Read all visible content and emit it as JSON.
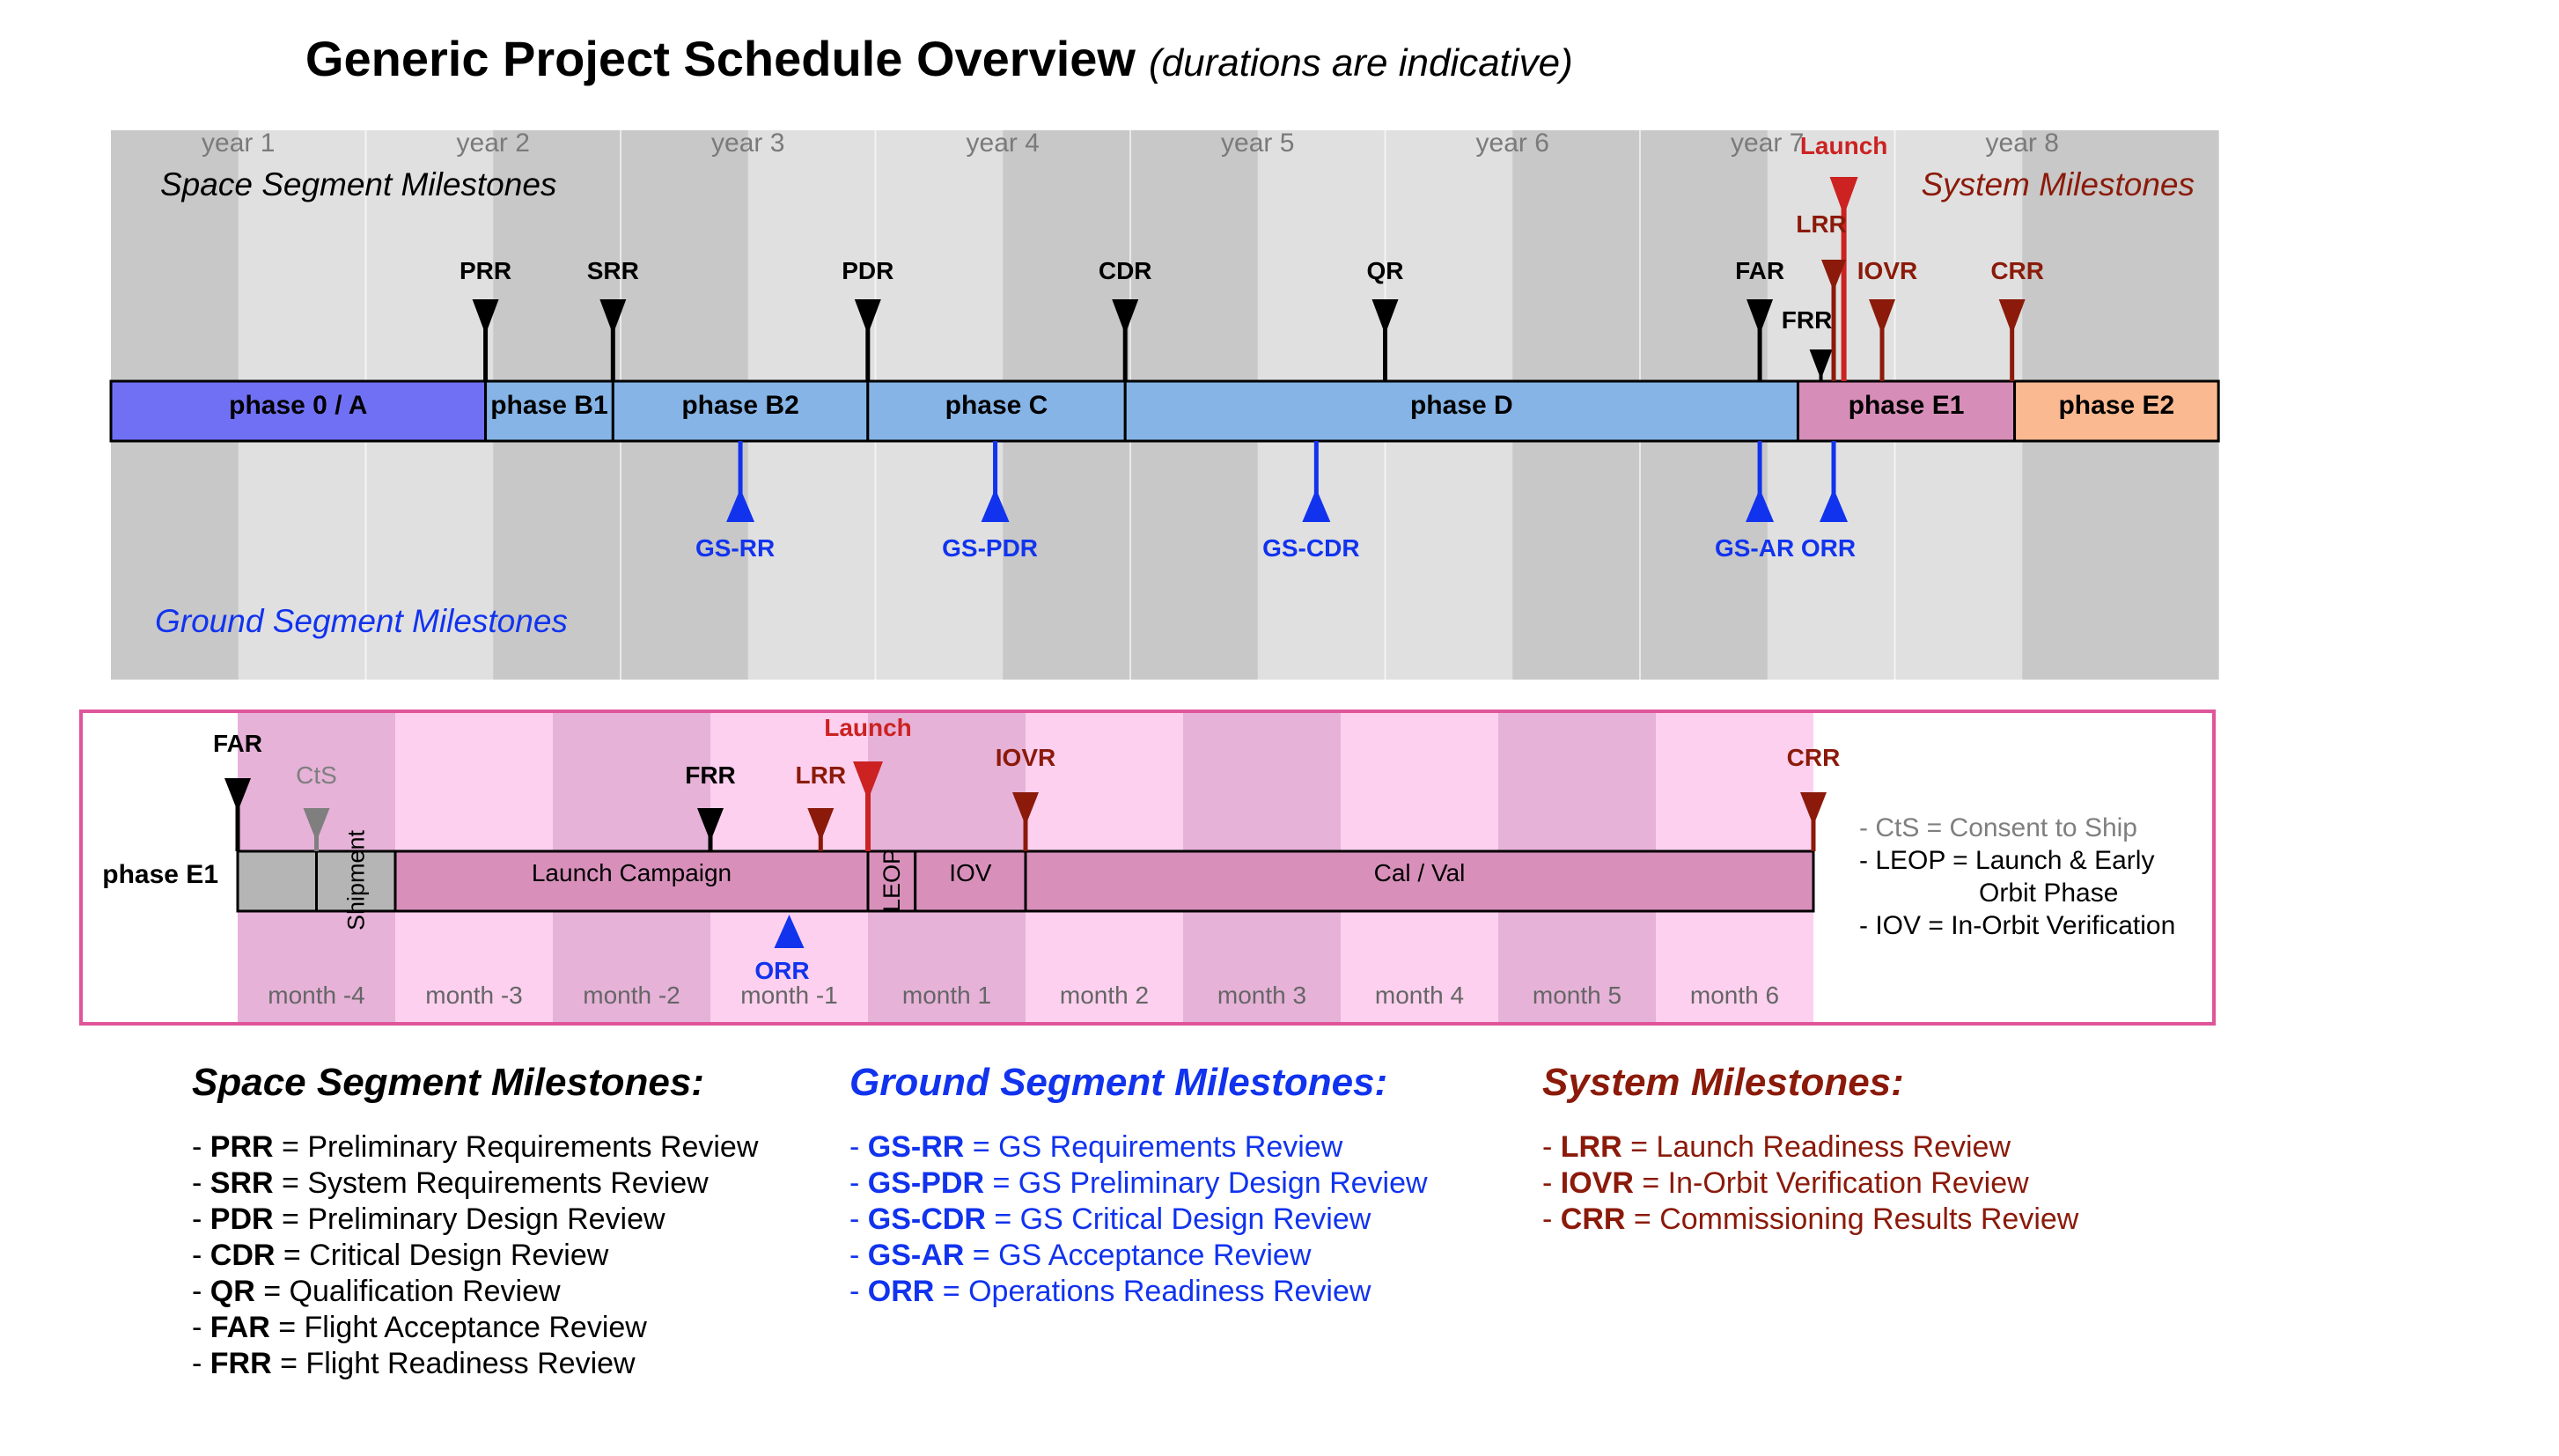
{
  "title": "Generic Project Schedule Overview",
  "subtitle": "(durations are indicative)",
  "colors": {
    "space": "#000000",
    "ground": "#1133ee",
    "system": "#8b1a0a",
    "launch": "#cc2222",
    "cts": "#7f7f7f",
    "band_dark": "#c8c8c8",
    "band_light": "#e0e0e0",
    "phase_0A": "#7070f5",
    "phase_B": "#86b4e6",
    "phase_E1": "#d68eb8",
    "phase_E2": "#fbb991",
    "month_dark": "#e6b2d8",
    "month_light": "#fcd0ee",
    "grey_cell": "#b5b5b5",
    "detail_cell": "#d890bb",
    "frame": "#e0559a"
  },
  "overview": {
    "section_labels": {
      "space": "Space Segment Milestones",
      "system": "System Milestones",
      "ground": "Ground Segment Milestones"
    },
    "years": [
      "year 1",
      "year 2",
      "year 3",
      "year 4",
      "year 5",
      "year 6",
      "year 7",
      "year 8"
    ],
    "phases": [
      {
        "label": "phase 0 / A",
        "start": 0,
        "end": 1.47,
        "color_key": "phase_0A"
      },
      {
        "label": "phase B1",
        "start": 1.47,
        "end": 1.97,
        "color_key": "phase_B"
      },
      {
        "label": "phase B2",
        "start": 1.97,
        "end": 2.97,
        "color_key": "phase_B"
      },
      {
        "label": "phase C",
        "start": 2.97,
        "end": 3.98,
        "color_key": "phase_B"
      },
      {
        "label": "phase D",
        "start": 3.98,
        "end": 6.62,
        "color_key": "phase_B"
      },
      {
        "label": "phase E1",
        "start": 6.62,
        "end": 7.47,
        "color_key": "phase_E1"
      },
      {
        "label": "phase E2",
        "start": 7.47,
        "end": 8.27,
        "color_key": "phase_E2"
      }
    ],
    "space_milestones": [
      {
        "label": "PRR",
        "t": 1.47
      },
      {
        "label": "SRR",
        "t": 1.97
      },
      {
        "label": "PDR",
        "t": 2.97
      },
      {
        "label": "CDR",
        "t": 3.98
      },
      {
        "label": "QR",
        "t": 5.0
      },
      {
        "label": "FAR",
        "t": 6.47
      },
      {
        "label": "FRR",
        "t": 6.71
      }
    ],
    "system_milestones": [
      {
        "label": "LRR",
        "t": 6.76
      },
      {
        "label": "IOVR",
        "t": 6.95
      },
      {
        "label": "CRR",
        "t": 7.46
      }
    ],
    "launch": {
      "label": "Launch",
      "t": 6.8
    },
    "ground_milestones": [
      {
        "label": "GS-RR",
        "t": 2.47
      },
      {
        "label": "GS-PDR",
        "t": 3.47
      },
      {
        "label": "GS-CDR",
        "t": 4.73
      },
      {
        "label": "GS-AR",
        "t": 6.47
      },
      {
        "label": "ORR",
        "t": 6.76
      }
    ]
  },
  "detail": {
    "phase_label": "phase E1",
    "months": [
      "month -4",
      "month -3",
      "month -2",
      "month -1",
      "month 1",
      "month 2",
      "month 3",
      "month 4",
      "month 5",
      "month 6"
    ],
    "segments": [
      {
        "label": "",
        "start": 0,
        "end": 0.5,
        "color_key": "grey_cell",
        "vertical": false
      },
      {
        "label": "Shipment",
        "start": 0.5,
        "end": 1.0,
        "color_key": "grey_cell",
        "vertical": true
      },
      {
        "label": "Launch Campaign",
        "start": 1.0,
        "end": 4.0,
        "color_key": "detail_cell",
        "vertical": false
      },
      {
        "label": "LEOP",
        "start": 4.0,
        "end": 4.3,
        "color_key": "detail_cell",
        "vertical": true
      },
      {
        "label": "IOV",
        "start": 4.3,
        "end": 5.0,
        "color_key": "detail_cell",
        "vertical": false
      },
      {
        "label": "Cal / Val",
        "start": 5.0,
        "end": 10.0,
        "color_key": "detail_cell",
        "vertical": false
      }
    ],
    "milestones": [
      {
        "label": "FAR",
        "t": 0.0,
        "color_key": "space"
      },
      {
        "label": "CtS",
        "t": 0.5,
        "color_key": "cts"
      },
      {
        "label": "FRR",
        "t": 3.0,
        "color_key": "space"
      },
      {
        "label": "LRR",
        "t": 3.7,
        "color_key": "system"
      },
      {
        "label": "IOVR",
        "t": 5.0,
        "color_key": "system"
      },
      {
        "label": "CRR",
        "t": 10.0,
        "color_key": "system"
      }
    ],
    "launch": {
      "label": "Launch",
      "t": 4.0
    },
    "ground_milestones": [
      {
        "label": "ORR",
        "t": 3.5
      }
    ],
    "notes": [
      {
        "text": "- CtS = Consent to Ship",
        "color_key": "cts"
      },
      {
        "text": "- LEOP = Launch & Early",
        "color_key": "space"
      },
      {
        "text": "Orbit Phase",
        "color_key": "space"
      },
      {
        "text": "- IOV = In-Orbit Verification",
        "color_key": "space"
      }
    ]
  },
  "legends": [
    {
      "title": "Space Segment Milestones:",
      "color_key": "space",
      "items": [
        {
          "abbr": "PRR",
          "desc": "Preliminary Requirements Review"
        },
        {
          "abbr": "SRR",
          "desc": "System Requirements Review"
        },
        {
          "abbr": "PDR",
          "desc": "Preliminary Design Review"
        },
        {
          "abbr": "CDR",
          "desc": "Critical Design Review"
        },
        {
          "abbr": "QR",
          "desc": "Qualification Review"
        },
        {
          "abbr": "FAR",
          "desc": "Flight Acceptance Review"
        },
        {
          "abbr": "FRR",
          "desc": "Flight Readiness Review"
        }
      ]
    },
    {
      "title": "Ground Segment Milestones:",
      "color_key": "ground",
      "items": [
        {
          "abbr": "GS-RR",
          "desc": "GS Requirements Review"
        },
        {
          "abbr": "GS-PDR",
          "desc": "GS Preliminary Design Review"
        },
        {
          "abbr": "GS-CDR",
          "desc": "GS Critical Design Review"
        },
        {
          "abbr": "GS-AR",
          "desc": "GS Acceptance Review"
        },
        {
          "abbr": "ORR",
          "desc": "Operations Readiness Review"
        }
      ]
    },
    {
      "title": "System Milestones:",
      "color_key": "system",
      "items": [
        {
          "abbr": "LRR",
          "desc": "Launch Readiness Review"
        },
        {
          "abbr": "IOVR",
          "desc": "In-Orbit Verification Review"
        },
        {
          "abbr": "CRR",
          "desc": "Commissioning Results Review"
        }
      ]
    }
  ]
}
